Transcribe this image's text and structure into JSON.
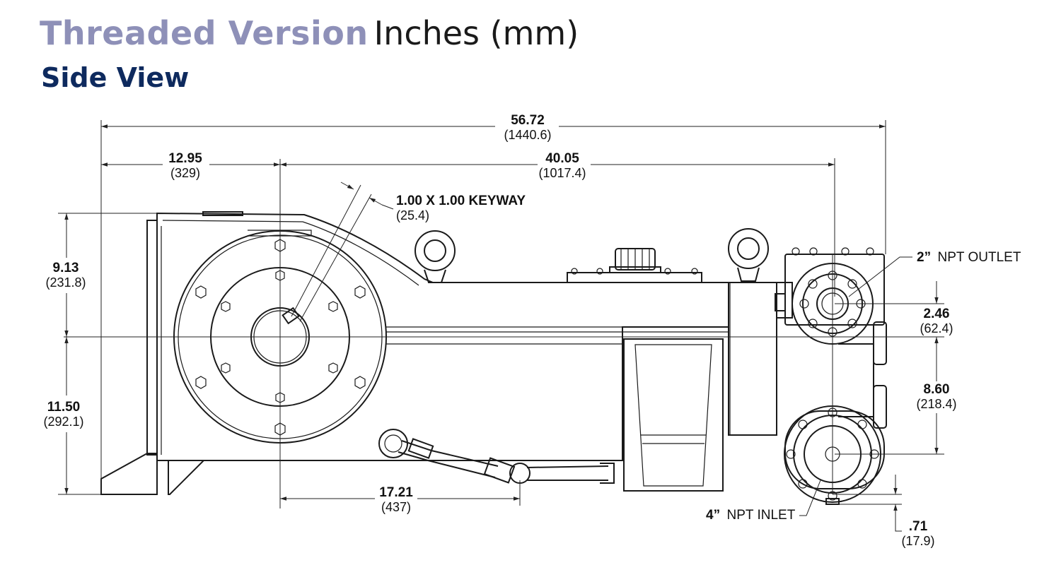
{
  "header": {
    "title_bold": "Threaded Version",
    "title_normal": "Inches (mm)",
    "subtitle": "Side View"
  },
  "dimensions": {
    "overall_length": {
      "inches": "56.72",
      "mm": "(1440.6)"
    },
    "front_to_shaft": {
      "inches": "12.95",
      "mm": "(329)"
    },
    "shaft_to_outlet": {
      "inches": "40.05",
      "mm": "(1017.4)"
    },
    "shaft_to_top": {
      "inches": "9.13",
      "mm": "(231.8)"
    },
    "shaft_to_bottom": {
      "inches": "11.50",
      "mm": "(292.1)"
    },
    "inlet_spacing": {
      "inches": "17.21",
      "mm": "(437)"
    },
    "outlet_offset": {
      "inches": "2.46",
      "mm": "(62.4)"
    },
    "inlet_offset": {
      "inches": "8.60",
      "mm": "(218.4)"
    },
    "inlet_below_base": {
      "inches": ".71",
      "mm": "(17.9)"
    }
  },
  "callouts": {
    "keyway": {
      "bold": "1.00 X 1.00 KEYWAY",
      "mm": "(25.4)"
    },
    "outlet": {
      "bold": "2”",
      "normal": "NPT OUTLET"
    },
    "inlet": {
      "bold": "4”",
      "normal": "NPT INLET"
    }
  }
}
